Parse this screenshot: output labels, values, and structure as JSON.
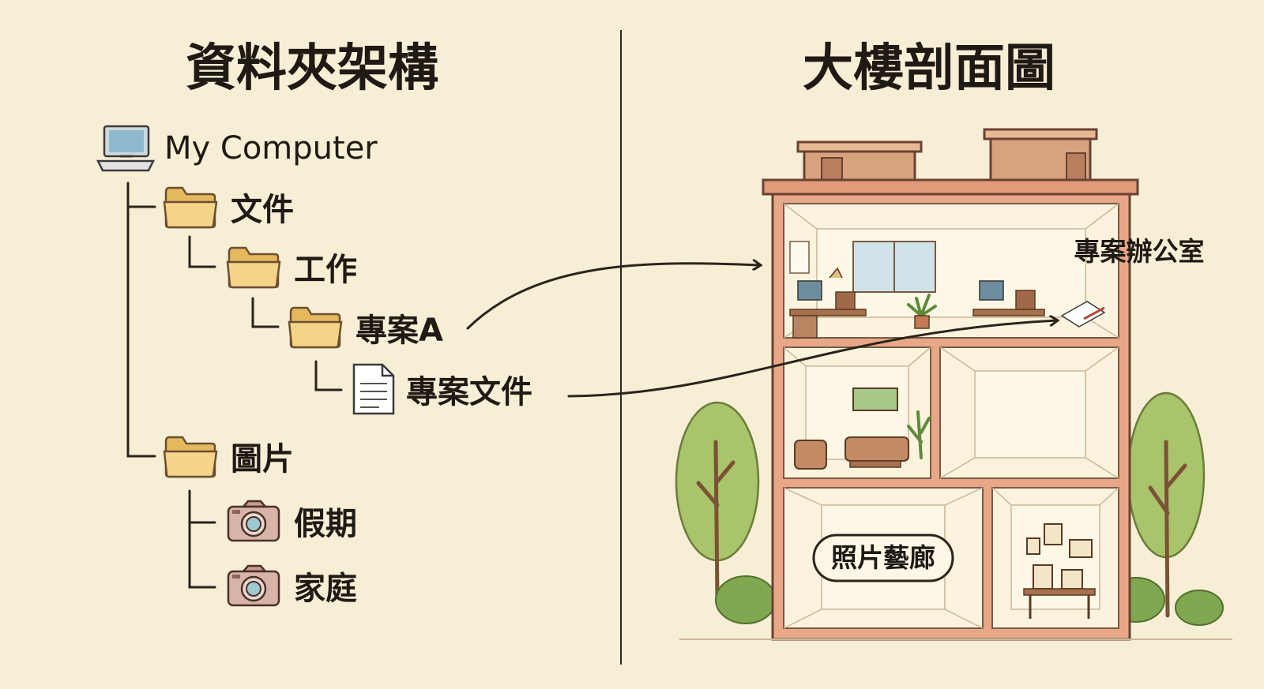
{
  "left_panel": {
    "title": "資料夾架構",
    "tree": {
      "root": {
        "label": "My Computer",
        "icon": "computer-icon"
      },
      "documents": {
        "label": "文件",
        "icon": "folder-icon"
      },
      "work": {
        "label": "工作",
        "icon": "folder-icon"
      },
      "project_a": {
        "label": "專案A",
        "icon": "folder-icon"
      },
      "project_file": {
        "label": "專案文件",
        "icon": "document-icon"
      },
      "pictures": {
        "label": "圖片",
        "icon": "folder-icon"
      },
      "vacation": {
        "label": "假期",
        "icon": "camera-icon"
      },
      "family": {
        "label": "家庭",
        "icon": "camera-icon"
      }
    }
  },
  "right_panel": {
    "title": "大樓剖面圖",
    "rooms": {
      "office": {
        "label": "專案辦公室"
      },
      "gallery": {
        "label": "照片藝廊"
      }
    }
  },
  "colors": {
    "background": "#f7eed6",
    "folder": "#f2cf7e",
    "wall": "#e8a888",
    "camera": "#d8b4a8",
    "tree_foliage": "#a9c46a"
  }
}
